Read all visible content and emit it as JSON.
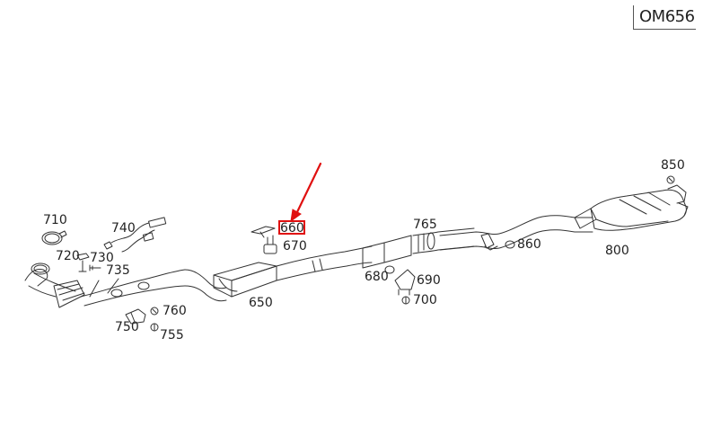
{
  "engine_code": "OM656",
  "labels": {
    "p650": "650",
    "p660": "660",
    "p670": "670",
    "p680": "680",
    "p690": "690",
    "p700": "700",
    "p710": "710",
    "p720": "720",
    "p730": "730",
    "p735": "735",
    "p740": "740",
    "p750": "750",
    "p755": "755",
    "p760": "760",
    "p765": "765",
    "p800": "800",
    "p850": "850",
    "p860": "860"
  },
  "highlight_color": "#e01010"
}
